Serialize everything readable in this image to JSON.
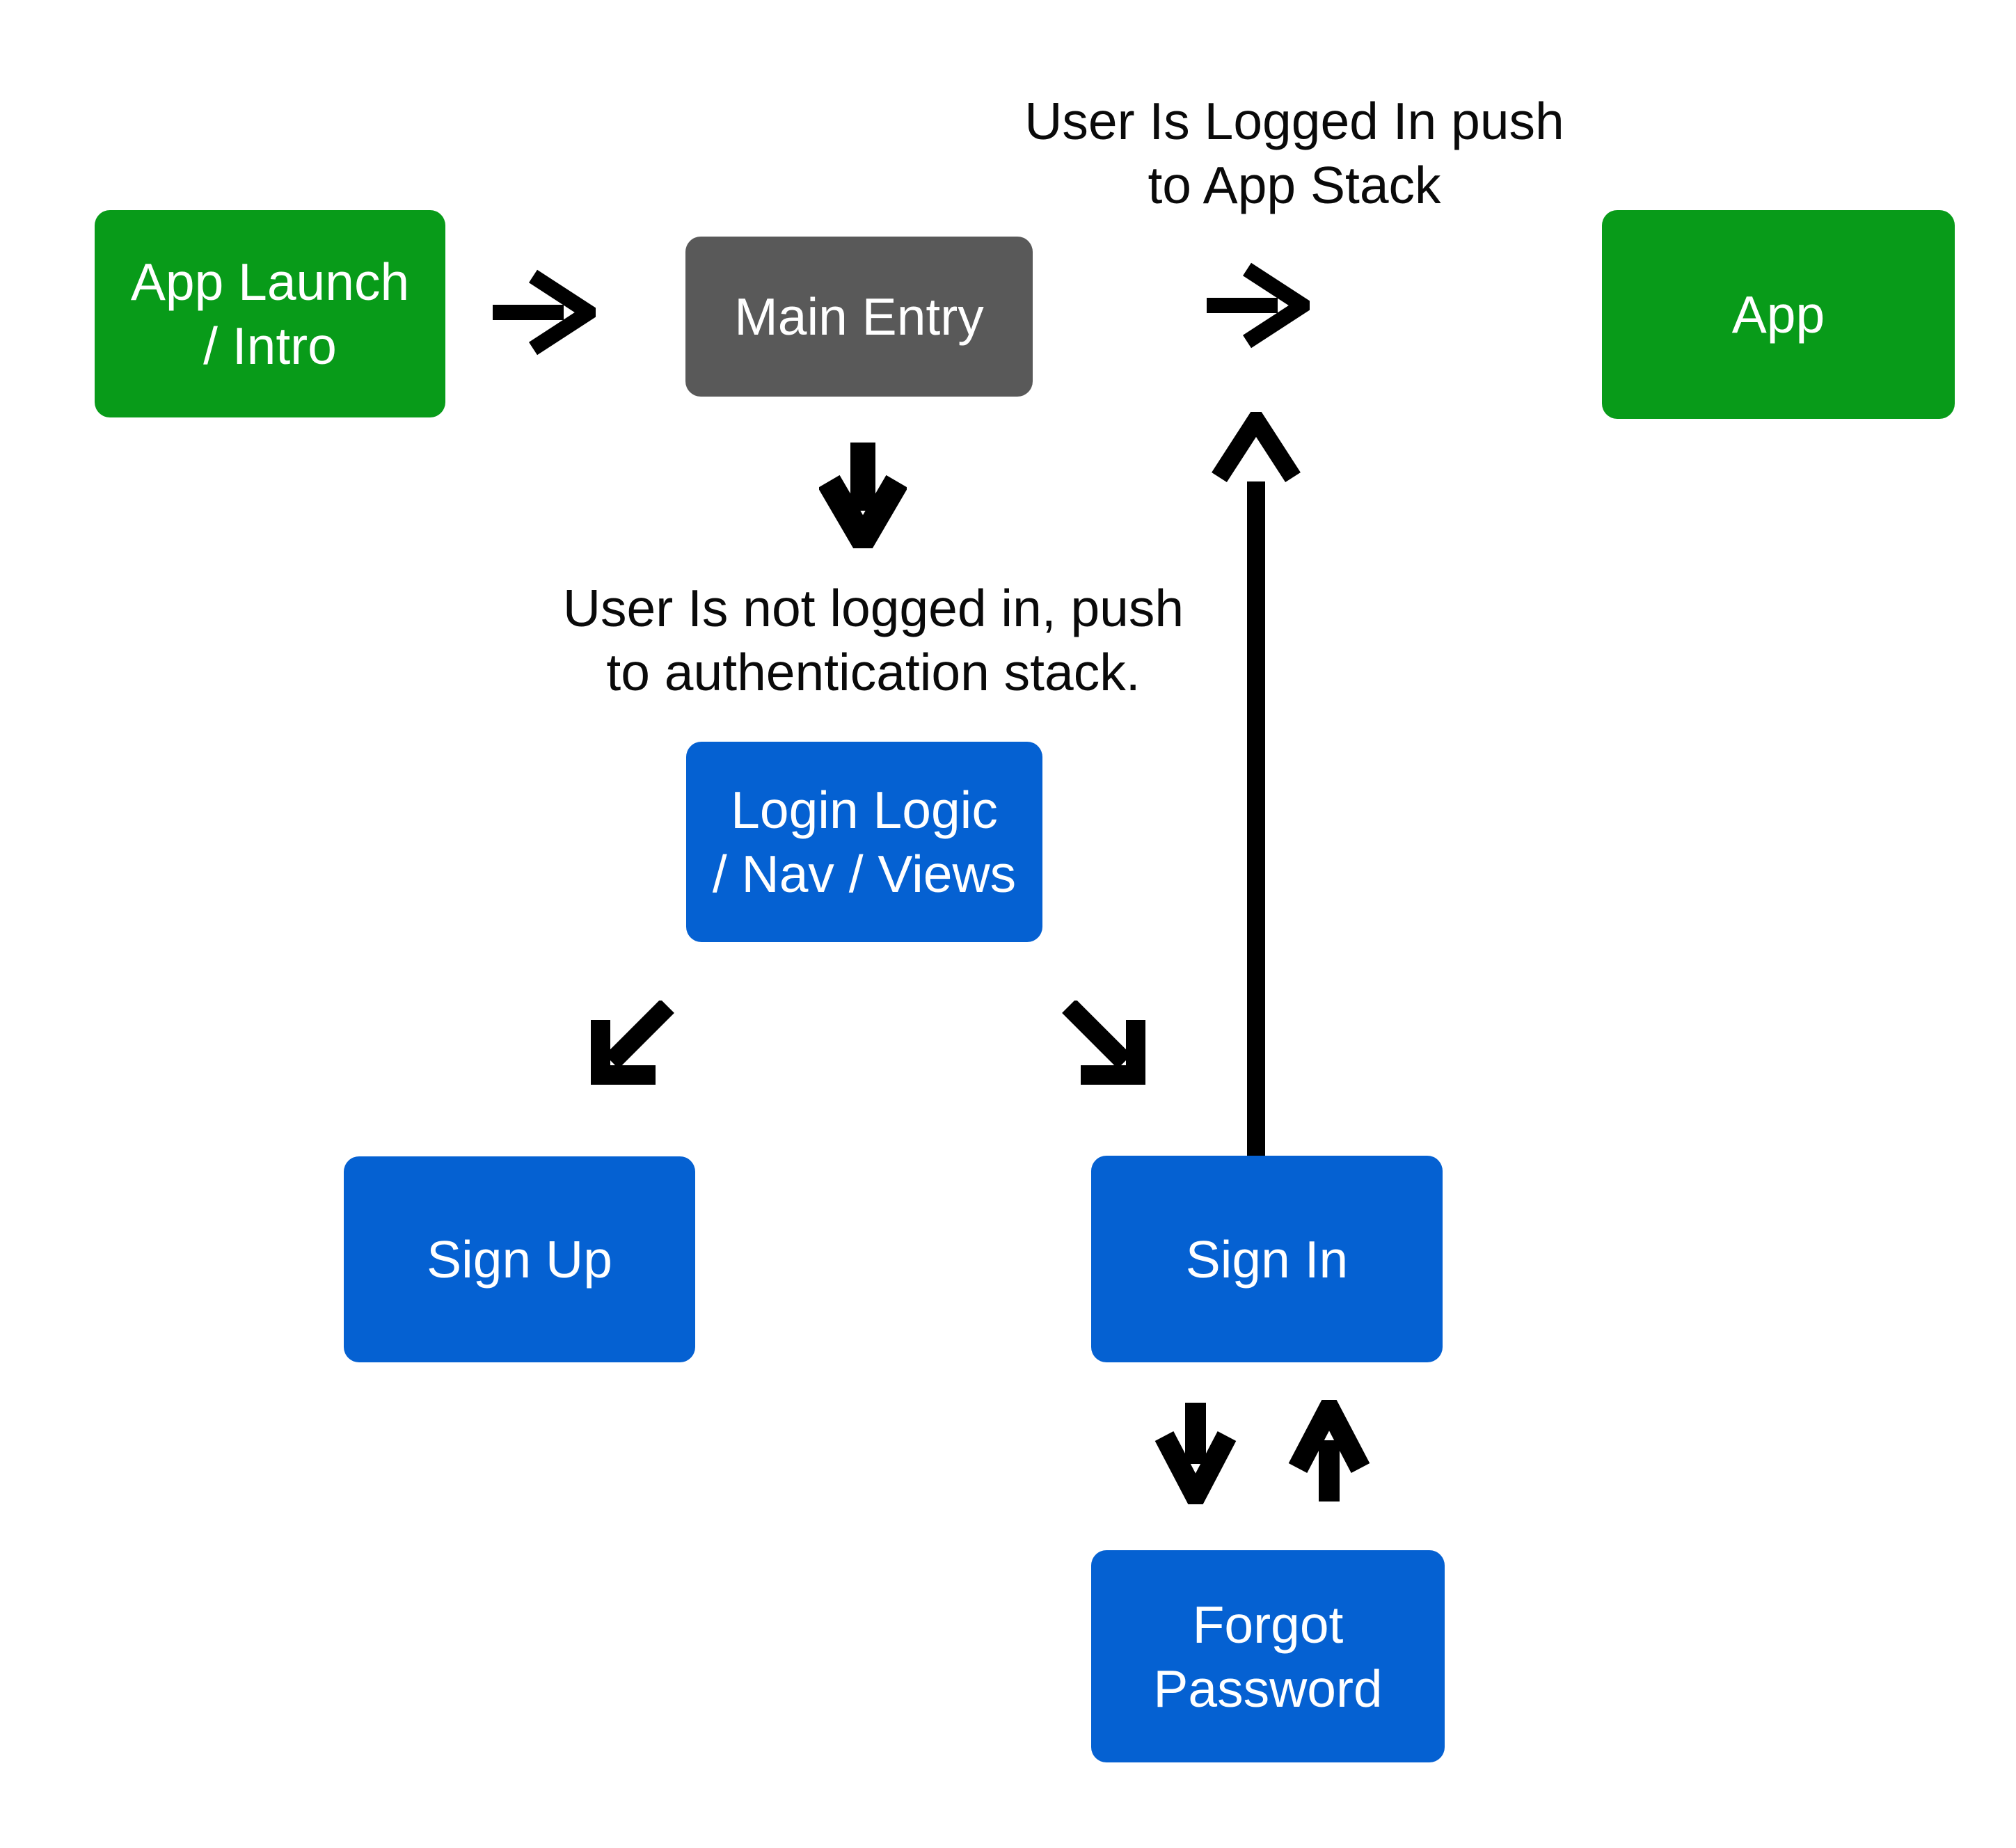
{
  "colors": {
    "green": "#089b19",
    "blue": "#0561d2",
    "gray": "#595959",
    "arrow": "#000000",
    "text_dark": "#0a0a0a",
    "text_light": "#ffffff",
    "background": "#ffffff"
  },
  "nodes": {
    "app_launch": {
      "label": "App Launch\n/ Intro"
    },
    "main_entry": {
      "label": "Main Entry"
    },
    "app": {
      "label": "App"
    },
    "login_logic": {
      "label": "Login Logic\n/ Nav / Views"
    },
    "sign_up": {
      "label": "Sign Up"
    },
    "sign_in": {
      "label": "Sign In"
    },
    "forgot_password": {
      "label": "Forgot\nPassword"
    }
  },
  "captions": {
    "logged_in": "User Is Logged In push\nto App Stack",
    "not_logged_in": "User Is not logged in, push\nto authentication stack."
  }
}
